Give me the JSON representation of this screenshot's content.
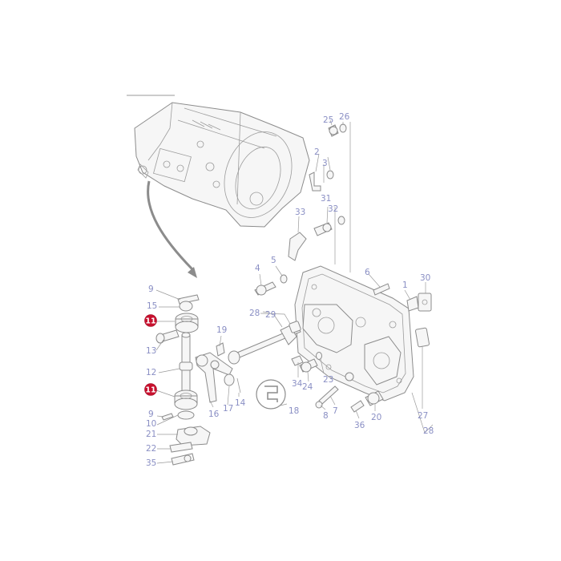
{
  "diagram": {
    "highlight_color": "#c8102e",
    "label_color": "#8a8fc4",
    "highlighted_labels": [
      "11",
      "11"
    ],
    "callouts": [
      "25",
      "26",
      "2",
      "3",
      "31",
      "32",
      "33",
      "4",
      "5",
      "6",
      "1",
      "30",
      "9",
      "15",
      "19",
      "28",
      "29",
      "13",
      "12",
      "16",
      "17",
      "14",
      "34",
      "24",
      "23",
      "18",
      "8",
      "7",
      "36",
      "20",
      "27",
      "28",
      "10",
      "9",
      "21",
      "22",
      "35"
    ]
  }
}
